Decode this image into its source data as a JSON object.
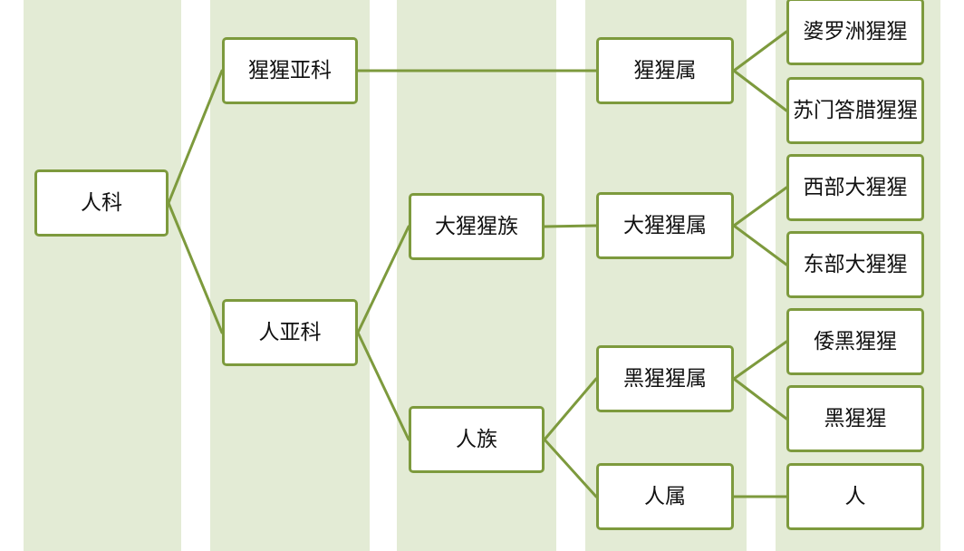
{
  "nodes": {
    "ren_ke": "人科",
    "xingxing_yake": "猩猩亚科",
    "ren_yake": "人亚科",
    "da_xingxing_zu": "大猩猩族",
    "ren_zu": "人族",
    "xingxing_shu": "猩猩属",
    "da_xingxing_shu": "大猩猩属",
    "hei_xingxing_shu": "黑猩猩属",
    "ren_shu": "人属",
    "poluozhou_xingxing": "婆罗洲猩猩",
    "sumendala_xingxing": "苏门答腊猩猩",
    "xibu_da_xingxing": "西部大猩猩",
    "dongbu_da_xingxing": "东部大猩猩",
    "wohei_xingxing": "倭黑猩猩",
    "hei_xingxing": "黑猩猩",
    "ren": "人"
  },
  "colors": {
    "band": "#e3ebd5",
    "node_border": "#7d9a3d",
    "connector": "#7d9a3d",
    "node_fill": "#ffffff"
  }
}
